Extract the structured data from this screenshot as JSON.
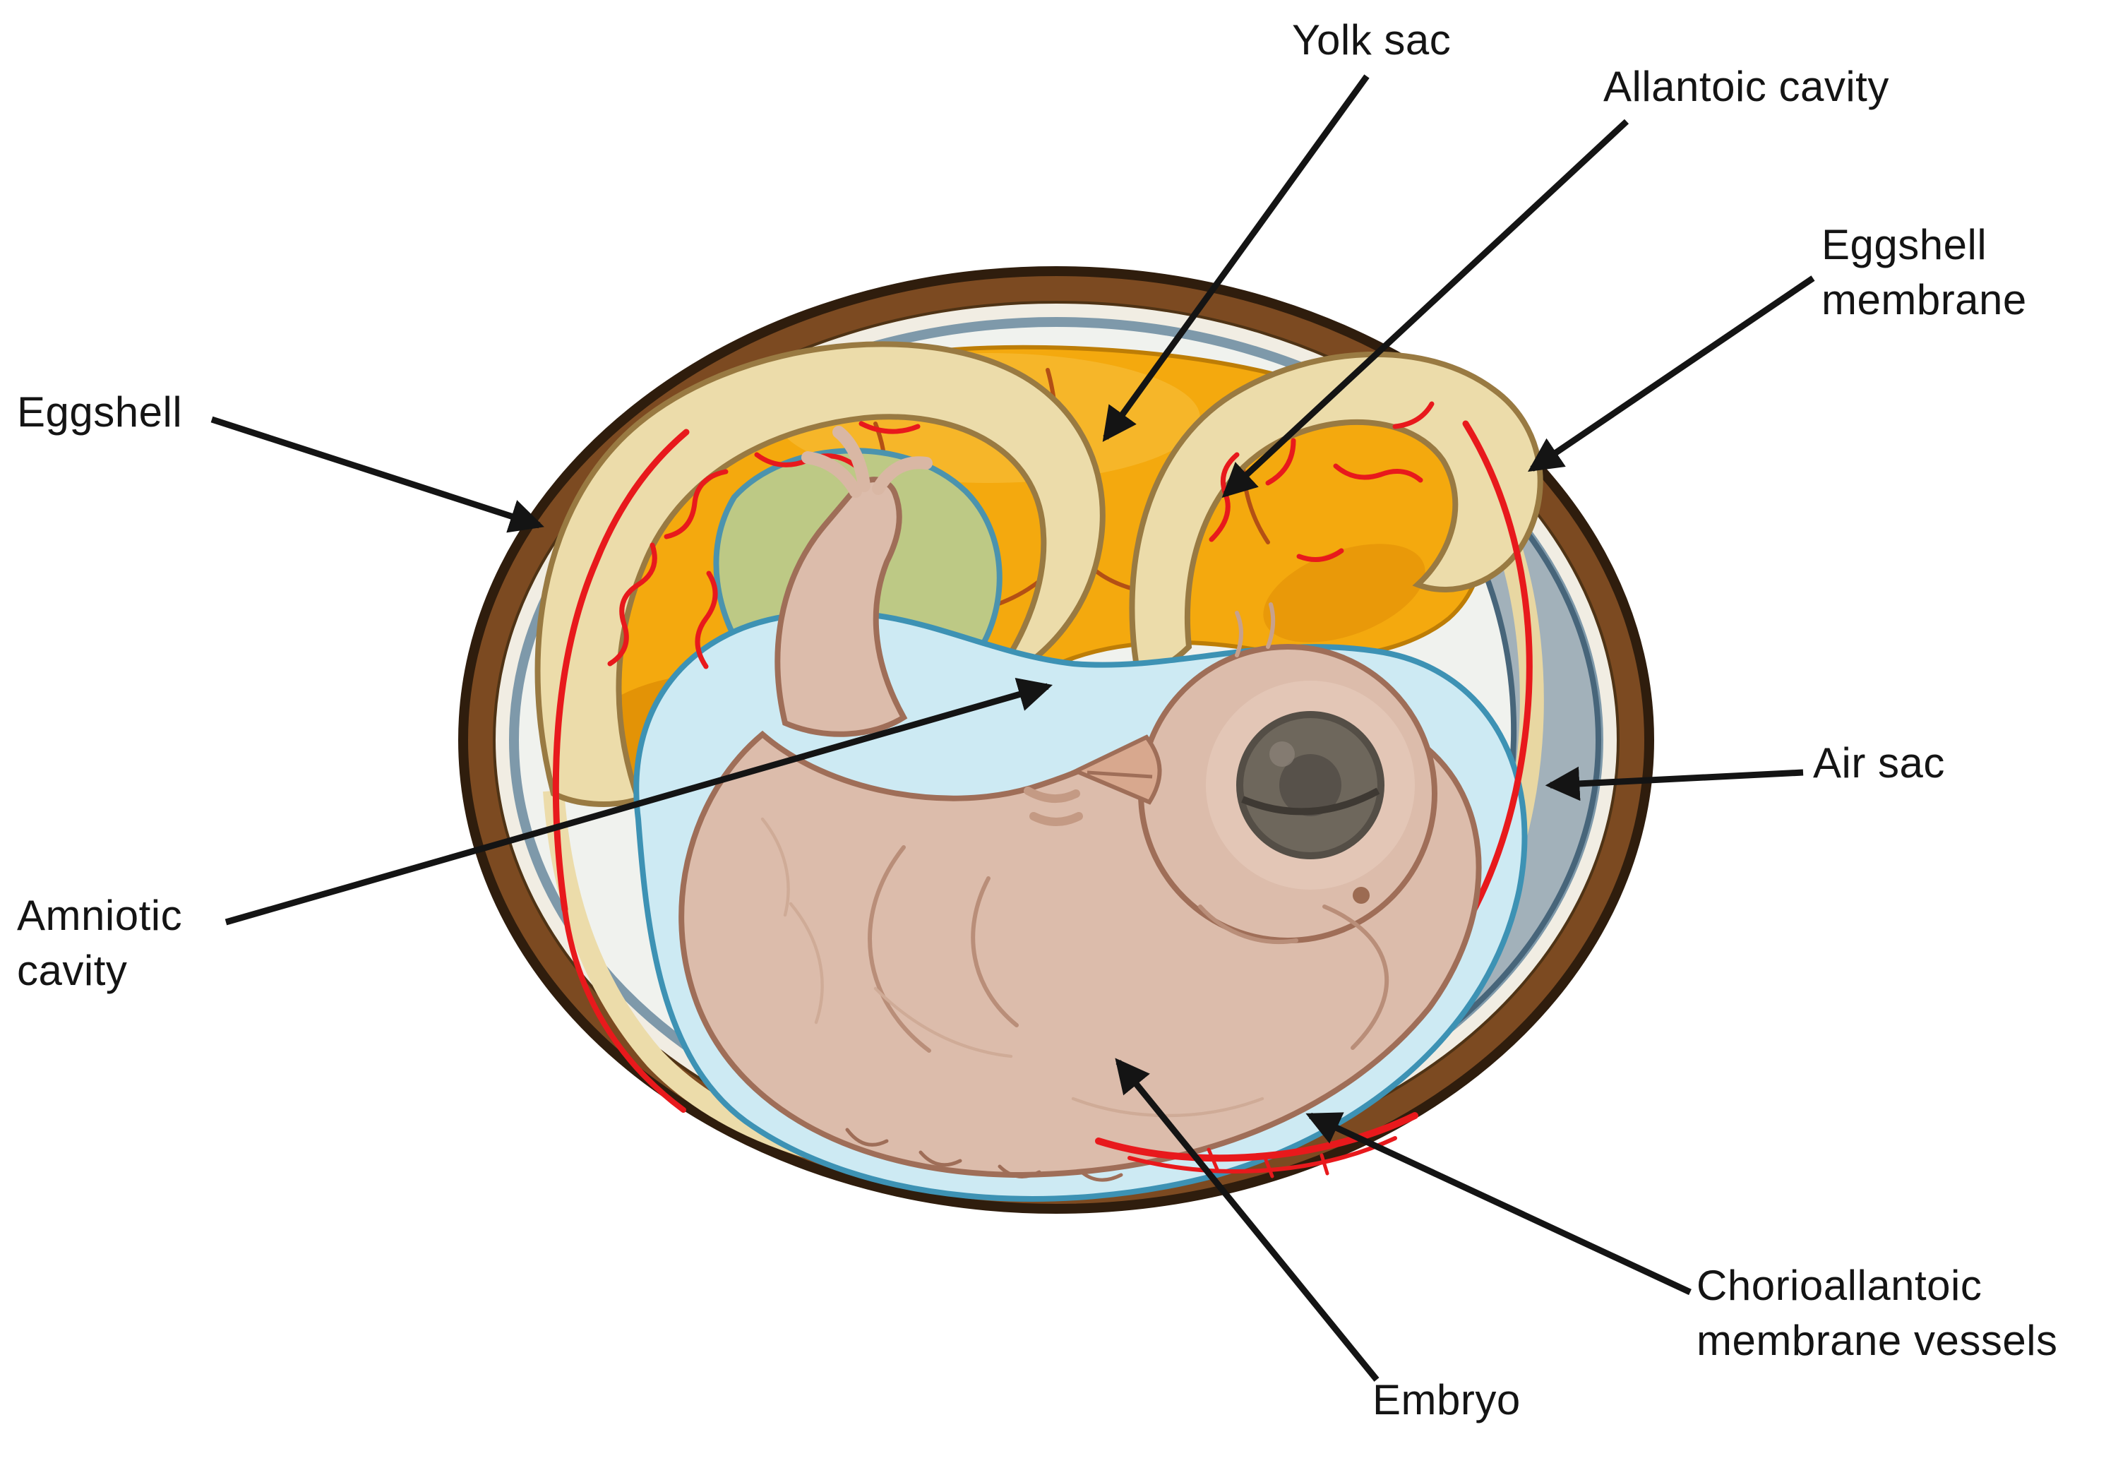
{
  "figure": {
    "subject": "Chicken embryo inside an egg, cross-section diagram"
  },
  "labels": [
    {
      "id": "yolk-sac",
      "text": "Yolk sac"
    },
    {
      "id": "allantoic-cavity",
      "text": "Allantoic cavity"
    },
    {
      "id": "eggshell-membrane",
      "text": "Eggshell\nmembrane"
    },
    {
      "id": "eggshell",
      "text": "Eggshell"
    },
    {
      "id": "air-sac",
      "text": "Air sac"
    },
    {
      "id": "amniotic-cavity",
      "text": "Amniotic\ncavity"
    },
    {
      "id": "chorioallantoic-membrane-vessels",
      "text": "Chorioallantoic\nmembrane vessels"
    },
    {
      "id": "embryo",
      "text": "Embryo"
    }
  ],
  "colors": {
    "eggshell": "#7c4a21",
    "eggshell_outline": "#2f1d0d",
    "inner_lining": "#f1ede3",
    "eggshell_membrane": "#7e99aa",
    "air_sac": "#a2b1ba",
    "yolk": "#f4a90e",
    "allantoic_membrane": "#ecdcaa",
    "green_membrane": "#bdc985",
    "amniotic_fluid": "#cdeaf3",
    "embryo_skin": "#dcbcab",
    "vessel_red": "#e8191c",
    "arrow": "#141414",
    "label_text": "#141414"
  }
}
